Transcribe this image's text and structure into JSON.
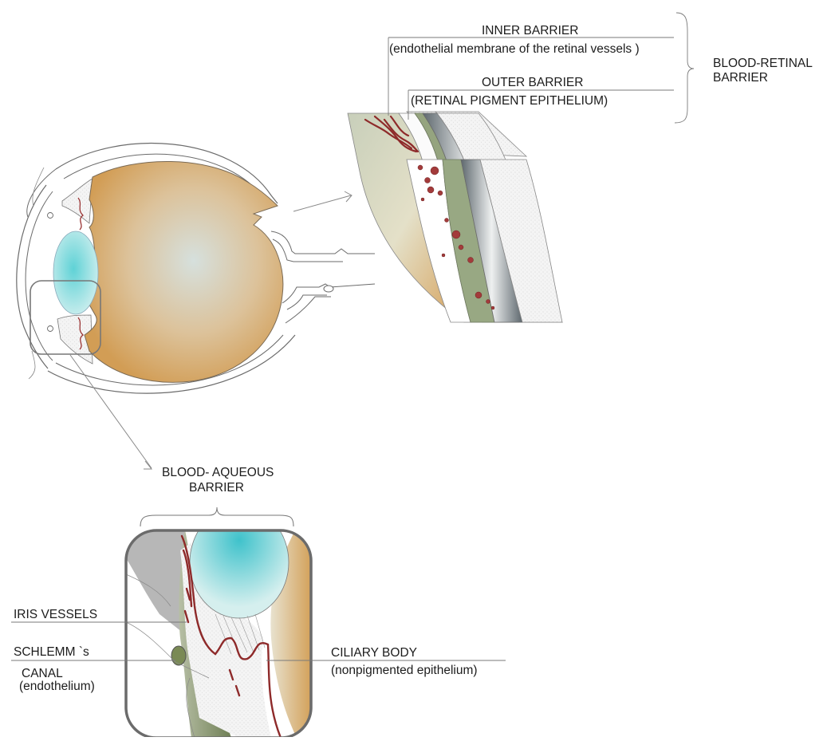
{
  "retinal": {
    "inner_title": "INNER BARRIER",
    "inner_desc": "(endothelial membrane of the retinal vessels )",
    "outer_title": "OUTER BARRIER",
    "outer_desc": "(RETINAL PIGMENT EPITHELIUM)",
    "group_line1": "BLOOD-RETINAL",
    "group_line2": "BARRIER"
  },
  "aqueous": {
    "title_line1": "BLOOD- AQUEOUS",
    "title_line2": "BARRIER",
    "iris_vessels": "IRIS VESSELS",
    "schlemm_line1": "SCHLEMM `s",
    "schlemm_line2": "CANAL",
    "schlemm_line3": "(endothelium)",
    "ciliary_title": "CILIARY BODY",
    "ciliary_desc": "(nonpigmented epithelium)"
  },
  "colors": {
    "vitreous": "#d9a35a",
    "lens": "#4fc8cf",
    "vessel": "#8e2a2a",
    "pigment_layer": "#8a9a76",
    "choroid_layer": "#7c848a",
    "outline": "#6b6b6b"
  }
}
